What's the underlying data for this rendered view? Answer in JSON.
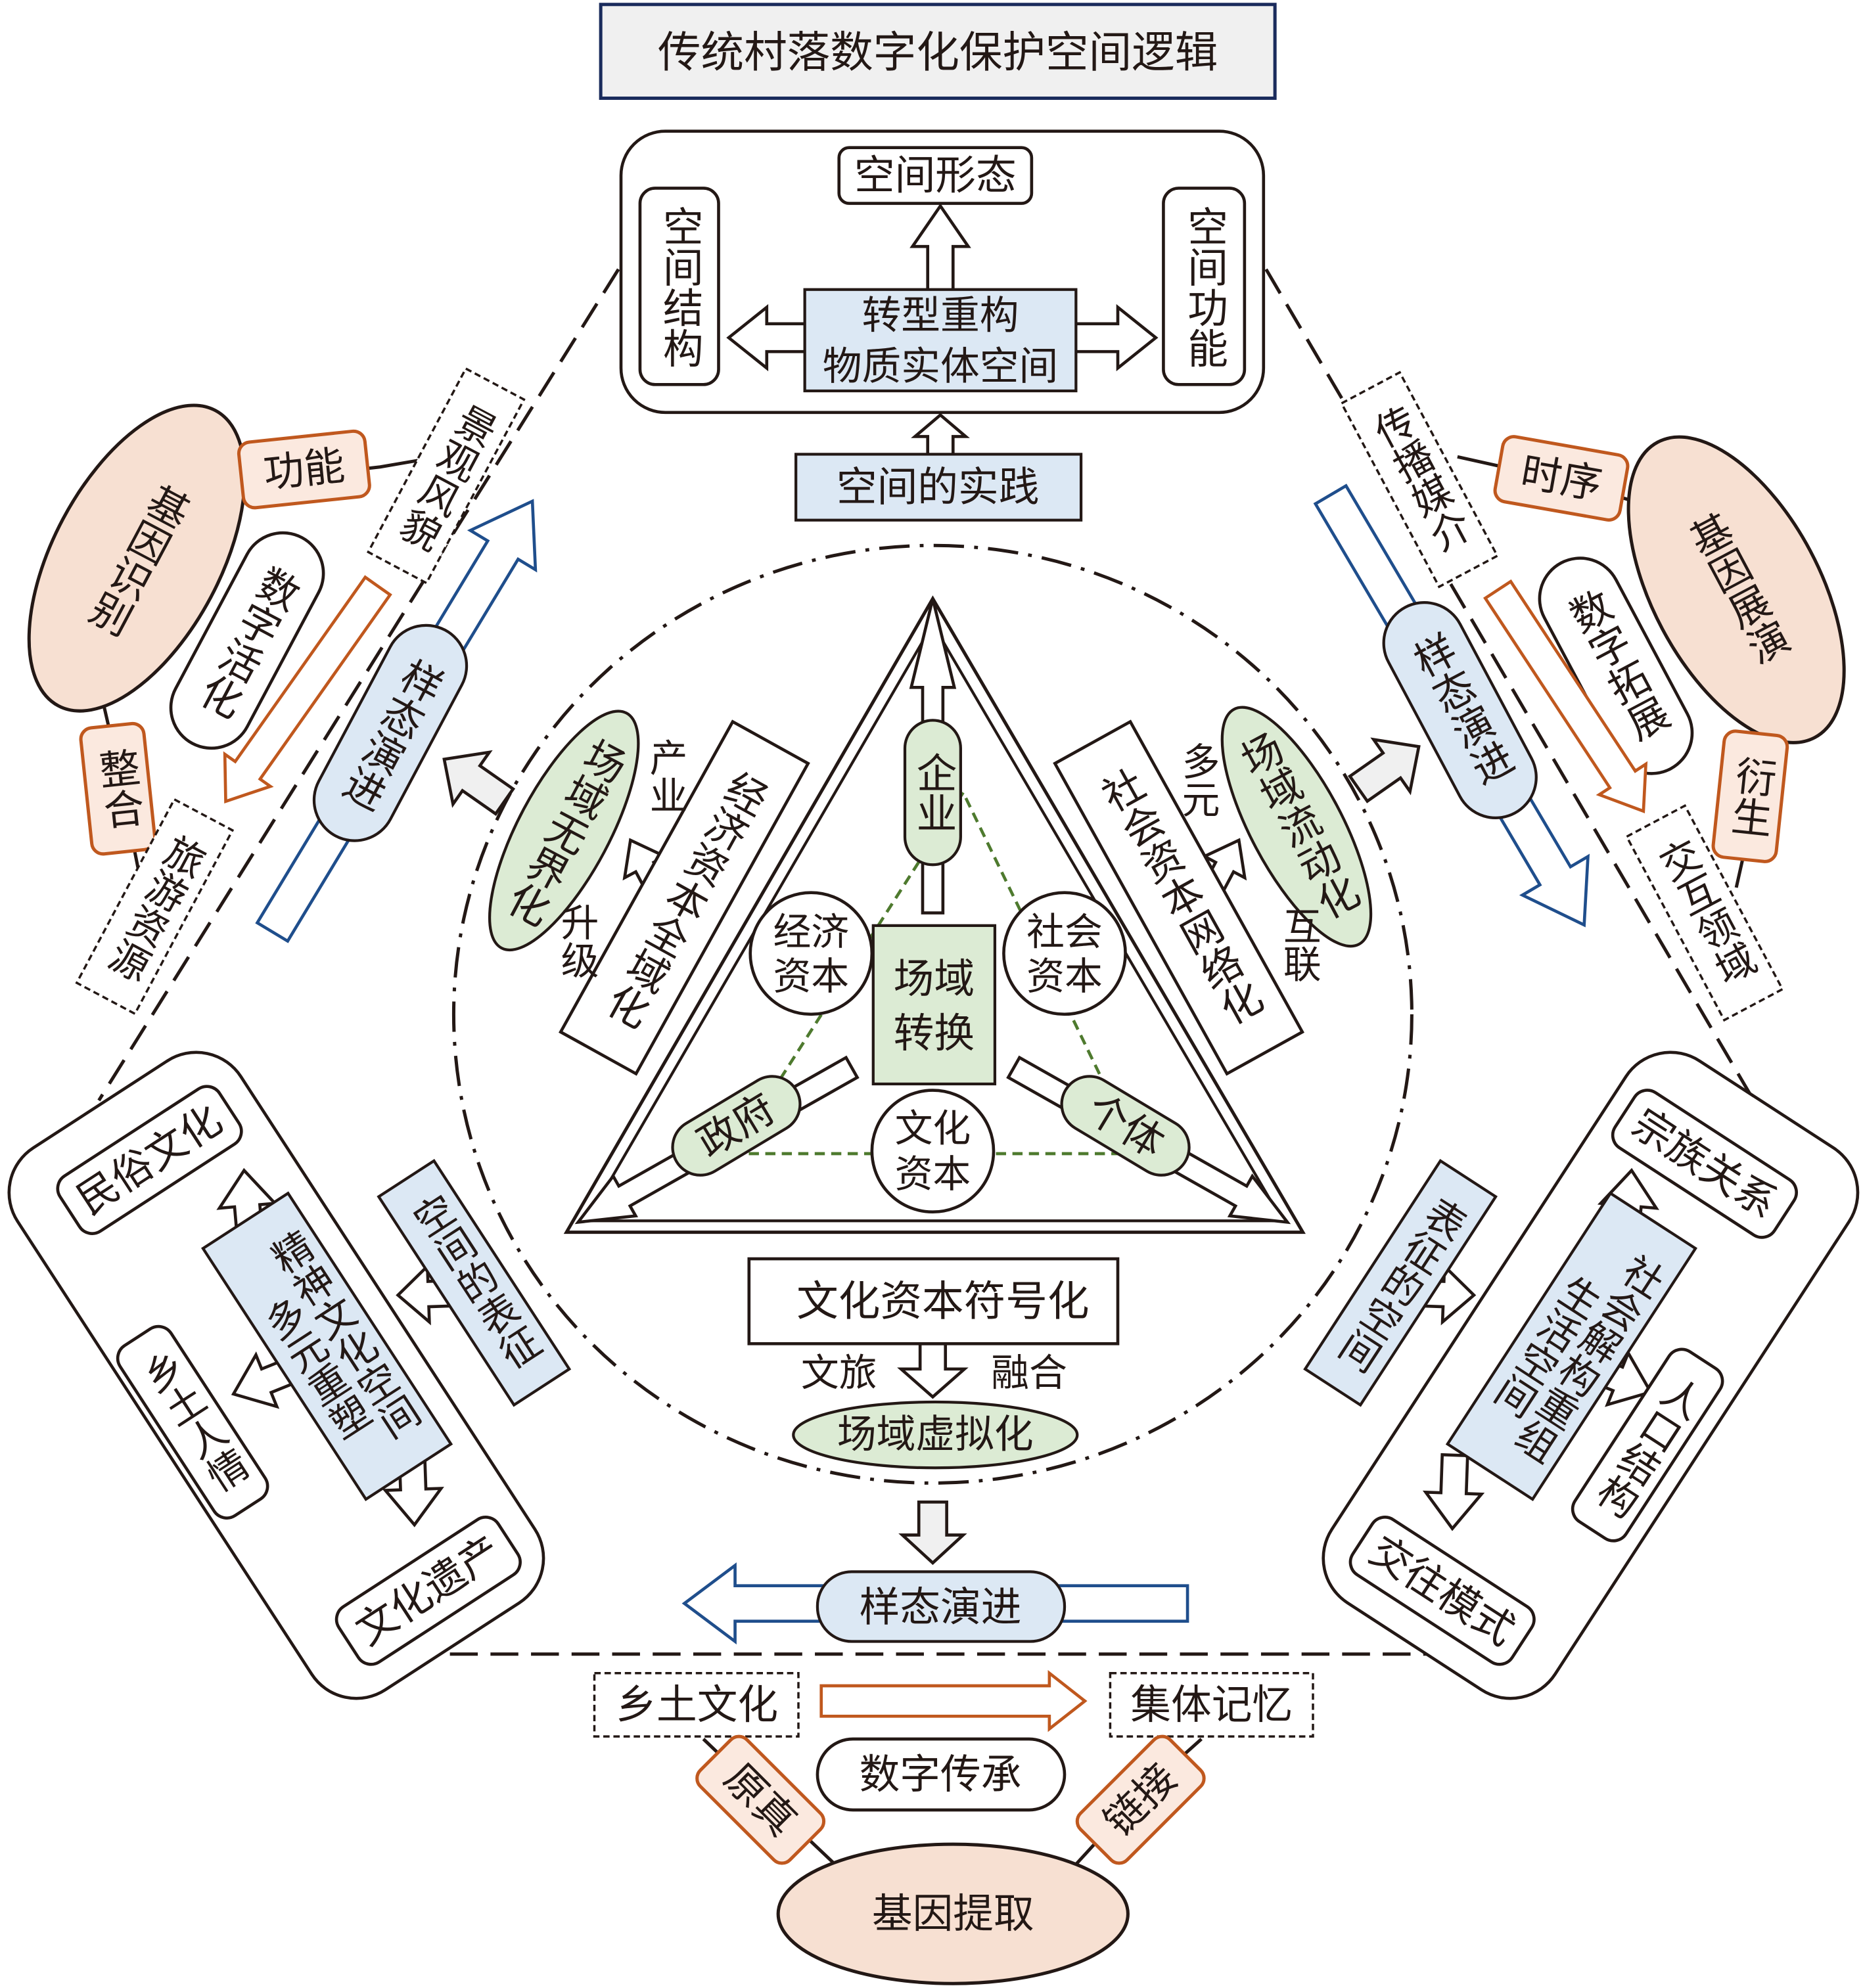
{
  "title": "传统村落数字化保护空间逻辑",
  "colors": {
    "orange": "#c0581e",
    "blue_fill": "#dce8f4",
    "blue_arrow": "#1f4e8c",
    "green_fill": "#dcebd4",
    "green_dash": "#4e7a2e",
    "gene_fill": "#f7e0d2"
  },
  "top": {
    "form": "空间形态",
    "structure": "空间结构",
    "function": "空间功能",
    "center": [
      "转型重构",
      "物质实体空间"
    ],
    "practice": "空间的实践"
  },
  "center": {
    "enterprise": "企业",
    "government": "政府",
    "individual": "个体",
    "field_transform": [
      "场域",
      "转换"
    ],
    "econ_capital": [
      "经济",
      "资本"
    ],
    "social_capital": [
      "社会",
      "资本"
    ],
    "cultural_capital": [
      "文化",
      "资本"
    ]
  },
  "left_inner": {
    "box": "经济资本全域化",
    "ellipse": "场域无界化",
    "l1": "产业",
    "l2": "升级"
  },
  "right_inner": {
    "box": "社会资本网络化",
    "ellipse": "场域流动化",
    "l1": "多元",
    "l2": "互联"
  },
  "bottom_inner": {
    "box": "文化资本符号化",
    "l": "文旅",
    "r": "融合",
    "ellipse": "场域虚拟化"
  },
  "upper_left": {
    "gene": "基因识别",
    "tag1": "功能",
    "tag2": "整合",
    "res1": "景观风貌",
    "res2": "旅游资源",
    "digital": "数字活化",
    "evolution": "样态演进"
  },
  "upper_right": {
    "gene": "基因展演",
    "tag1": "时序",
    "tag2": "衍生",
    "res1": "传播媒介",
    "res2": "交互领域",
    "digital": "数字拓展",
    "evolution": "样态演进"
  },
  "bottom": {
    "gene": "基因提取",
    "tag1": "原真",
    "tag2": "链接",
    "res1": "乡土文化",
    "res2": "集体记忆",
    "digital": "数字传承",
    "evolution": "样态演进"
  },
  "lower_left": {
    "space": [
      "精神文化空间",
      "多元重塑"
    ],
    "rep": "空间的表征",
    "items": [
      "民俗文化",
      "乡土人情",
      "文化遗产"
    ]
  },
  "lower_right": {
    "space": [
      "社会解构重组",
      "生活空间"
    ],
    "rep": "表征的空间",
    "items": [
      "宗族关系",
      "人口结构",
      "交往模式"
    ]
  }
}
